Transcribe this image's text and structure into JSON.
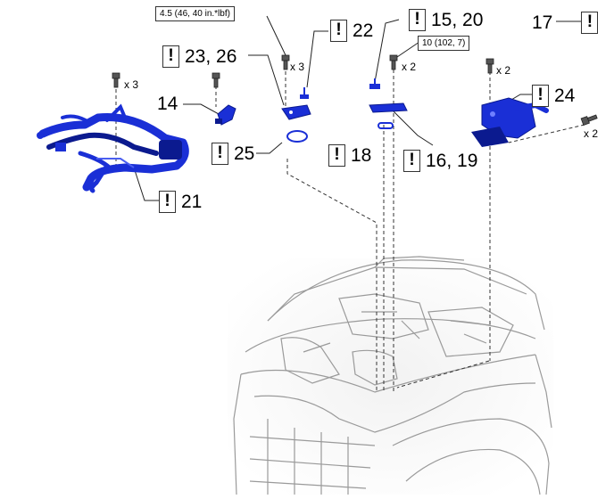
{
  "callouts": {
    "c21": "21",
    "c14": "14",
    "c23_26": "23, 26",
    "c22": "22",
    "c25": "25",
    "c15_20": "15, 20",
    "c18": "18",
    "c16_19": "16, 19",
    "c17": "17",
    "c24": "24"
  },
  "caution_mark": "!",
  "torques": {
    "t1": "4.5 (46, 40 in.*lbf)",
    "t2": "10 (102, 7)"
  },
  "quantities": {
    "q_bolt_left": "x 3",
    "q_bolt_mid": "x 3",
    "q_bolt_1520": "x 2",
    "q_bolt_right": "x 2",
    "q_bolt_24": "x 2"
  },
  "colors": {
    "part_blue": "#1a2fd6",
    "part_dark": "#0b1a8f",
    "outline_gray": "#9a9a9a",
    "leader": "#222222"
  }
}
